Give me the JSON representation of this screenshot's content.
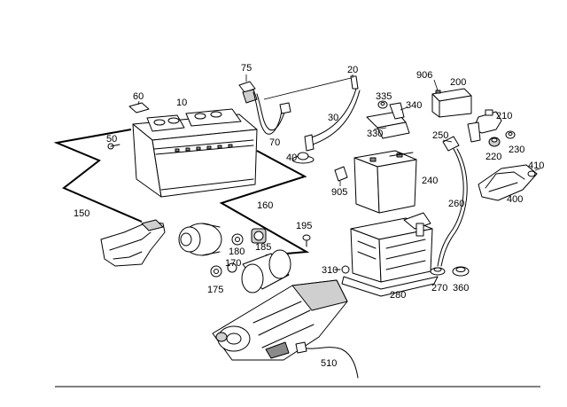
{
  "callouts": {
    "c10": "10",
    "c20": "20",
    "c30": "30",
    "c40": "40",
    "c50": "50",
    "c60": "60",
    "c70": "70",
    "c75": "75",
    "c150": "150",
    "c160": "160",
    "c170": "170",
    "c175": "175",
    "c180": "180",
    "c185": "185",
    "c195": "195",
    "c200": "200",
    "c210": "210",
    "c220": "220",
    "c230": "230",
    "c240": "240",
    "c250": "250",
    "c260": "260",
    "c270": "270",
    "c280": "280",
    "c310": "310",
    "c330": "330",
    "c335": "335",
    "c340": "340",
    "c360": "360",
    "c400": "400",
    "c410": "410",
    "c510": "510",
    "c905": "905",
    "c906": "906"
  }
}
